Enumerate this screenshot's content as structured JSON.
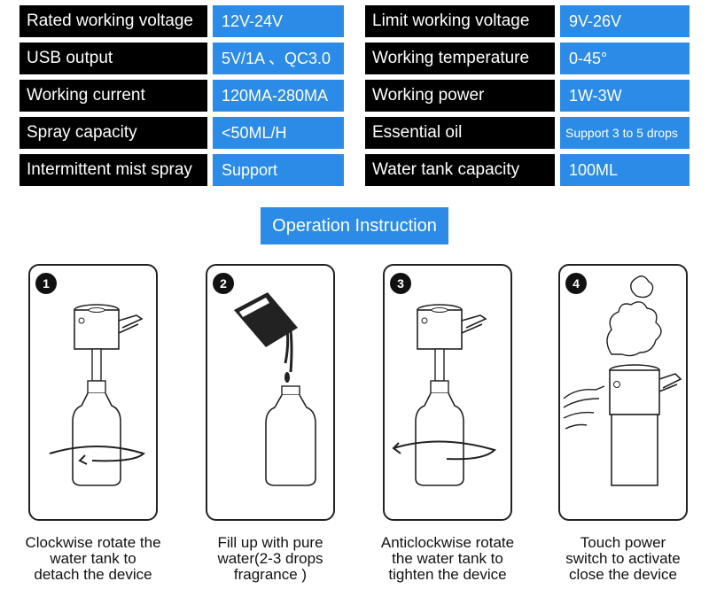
{
  "specs_left": [
    {
      "label": "Rated working voltage",
      "value": "12V-24V"
    },
    {
      "label": "USB output",
      "value": "5V/1A 、QC3.0"
    },
    {
      "label": "Working current",
      "value": "120MA-280MA"
    },
    {
      "label": "Spray capacity",
      "value": "<50ML/H"
    },
    {
      "label": "Intermittent mist spray",
      "value": "Support"
    }
  ],
  "specs_right": [
    {
      "label": "Limit working voltage",
      "value": "9V-26V"
    },
    {
      "label": "Working temperature",
      "value": "0-45°"
    },
    {
      "label": "Working power",
      "value": "1W-3W"
    },
    {
      "label": "Essential oil",
      "value": "Support 3 to 5 drops"
    },
    {
      "label": "Water tank capacity",
      "value": "100ML"
    }
  ],
  "operation_title": "Operation Instruction",
  "steps": [
    {
      "number": "1",
      "caption": "Clockwise rotate the\nwater tank to\ndetach the device"
    },
    {
      "number": "2",
      "caption": "Fill up with pure\nwater(2-3 drops\nfragrance )"
    },
    {
      "number": "3",
      "caption": "Anticlockwise rotate\nthe water tank to\ntighten the device"
    },
    {
      "number": "4",
      "caption": "Touch power\nswitch to activate\nclose the device"
    }
  ],
  "colors": {
    "accent": "#2b8be6",
    "label_bg": "#000000"
  }
}
